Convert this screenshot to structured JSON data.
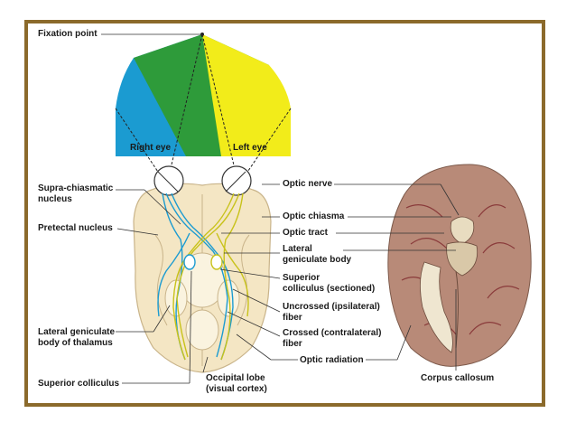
{
  "labels": {
    "fixation_point": "Fixation point",
    "right_eye": "Right eye",
    "left_eye": "Left eye",
    "supra_chiasmatic_1": "Supra-chiasmatic",
    "supra_chiasmatic_2": "nucleus",
    "pretectal_nucleus": "Pretectal nucleus",
    "lateral_geniculate_thalamus_1": "Lateral geniculate",
    "lateral_geniculate_thalamus_2": "body of thalamus",
    "superior_colliculus": "Superior colliculus",
    "optic_nerve": "Optic nerve",
    "optic_chiasma": "Optic chiasma",
    "optic_tract": "Optic tract",
    "lateral_geniculate_body_1": "Lateral",
    "lateral_geniculate_body_2": "geniculate body",
    "superior_colliculus_sectioned_1": "Superior",
    "superior_colliculus_sectioned_2": "colliculus (sectioned)",
    "uncrossed_fiber_1": "Uncrossed (ipsilateral)",
    "uncrossed_fiber_2": "fiber",
    "crossed_fiber_1": "Crossed (contralateral)",
    "crossed_fiber_2": "fiber",
    "optic_radiation": "Optic radiation",
    "occipital_lobe_1": "Occipital lobe",
    "occipital_lobe_2": "(visual cortex)",
    "corpus_callosum": "Corpus callosum"
  },
  "colors": {
    "frame": "#8b6a2b",
    "left_field": "#1b9bd1",
    "center_field": "#2e9b3a",
    "right_field": "#f2ec1a",
    "brain_tissue": "#f4e6c4",
    "specimen": "#b88a78"
  }
}
